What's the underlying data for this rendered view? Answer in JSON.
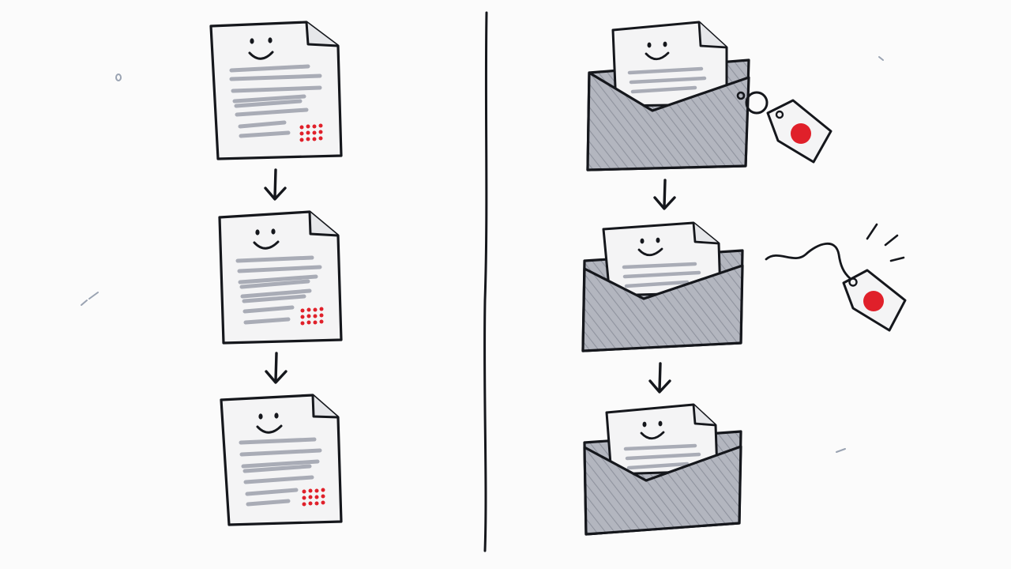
{
  "colors": {
    "background": "#fbfbfb",
    "ink": "#15171c",
    "paper": "#f4f4f5",
    "text_lines": "#a9acb6",
    "envelope": "#b3b6bf",
    "envelope_hatch": "#8f939e",
    "red": "#e0202a",
    "speck": "#9aa3b2"
  },
  "left_column": {
    "documents": [
      {
        "icon": "smiley-document-icon",
        "stamp": "red-dot-grid-icon"
      },
      {
        "icon": "smiley-document-icon",
        "stamp": "red-dot-grid-icon"
      },
      {
        "icon": "smiley-document-icon",
        "stamp": "red-dot-grid-icon"
      }
    ],
    "arrows": [
      "down-arrow-icon",
      "down-arrow-icon"
    ]
  },
  "right_column": {
    "envelopes": [
      {
        "icon": "envelope-with-document-icon",
        "tag": "attached"
      },
      {
        "icon": "envelope-with-document-icon",
        "tag": "detached"
      },
      {
        "icon": "envelope-with-document-icon",
        "tag": "none"
      }
    ],
    "arrows": [
      "down-arrow-icon",
      "down-arrow-icon"
    ]
  },
  "divider": "vertical-divider-line"
}
